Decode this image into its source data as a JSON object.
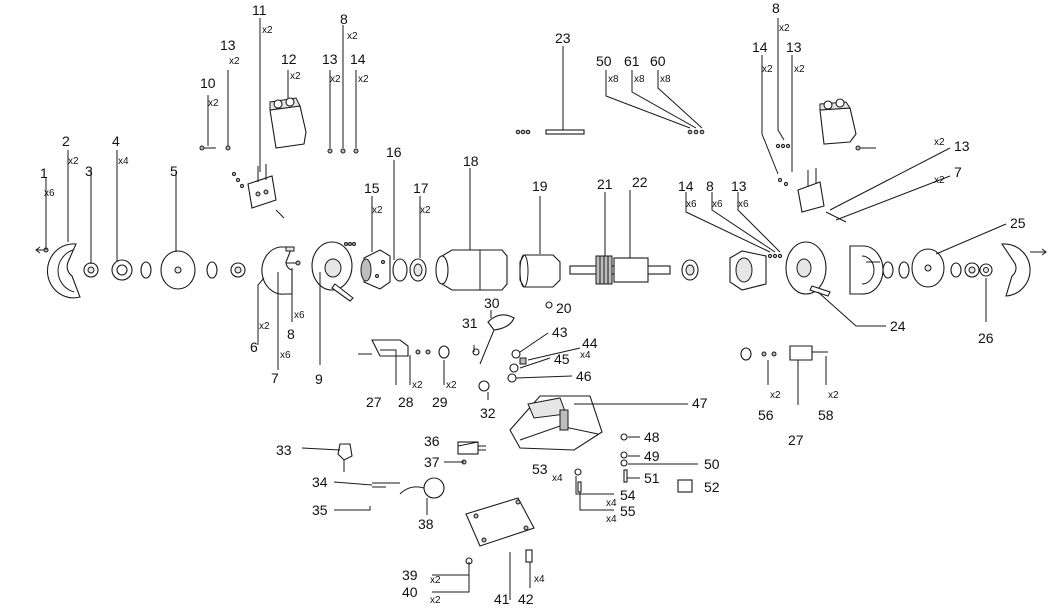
{
  "callouts": [
    {
      "id": "c1",
      "number": "1",
      "qty": "x6"
    },
    {
      "id": "c2",
      "number": "2",
      "qty": "x2"
    },
    {
      "id": "c3",
      "number": "3",
      "qty": ""
    },
    {
      "id": "c4",
      "number": "4",
      "qty": "x4"
    },
    {
      "id": "c5",
      "number": "5",
      "qty": ""
    },
    {
      "id": "c6",
      "number": "6",
      "qty": "x2"
    },
    {
      "id": "c7",
      "number": "7",
      "qty": "x6"
    },
    {
      "id": "c8a",
      "number": "8",
      "qty": "x6"
    },
    {
      "id": "c9",
      "number": "9",
      "qty": ""
    },
    {
      "id": "c10",
      "number": "10",
      "qty": "x2"
    },
    {
      "id": "c11",
      "number": "11",
      "qty": "x2"
    },
    {
      "id": "c12",
      "number": "12",
      "qty": "x2"
    },
    {
      "id": "c13a",
      "number": "13",
      "qty": "x2"
    },
    {
      "id": "c13b",
      "number": "13",
      "qty": "x2"
    },
    {
      "id": "c8b",
      "number": "8",
      "qty": "x2"
    },
    {
      "id": "c14a",
      "number": "14",
      "qty": "x2"
    },
    {
      "id": "c15",
      "number": "15",
      "qty": "x2"
    },
    {
      "id": "c16",
      "number": "16",
      "qty": ""
    },
    {
      "id": "c17",
      "number": "17",
      "qty": "x2"
    },
    {
      "id": "c18",
      "number": "18",
      "qty": ""
    },
    {
      "id": "c19",
      "number": "19",
      "qty": ""
    },
    {
      "id": "c20",
      "number": "20",
      "qty": ""
    },
    {
      "id": "c21",
      "number": "21",
      "qty": ""
    },
    {
      "id": "c22",
      "number": "22",
      "qty": ""
    },
    {
      "id": "c23",
      "number": "23",
      "qty": ""
    },
    {
      "id": "c50a",
      "number": "50",
      "qty": "x8"
    },
    {
      "id": "c61",
      "number": "61",
      "qty": "x8"
    },
    {
      "id": "c60",
      "number": "60",
      "qty": "x8"
    },
    {
      "id": "c8c",
      "number": "8",
      "qty": "x2"
    },
    {
      "id": "c14b",
      "number": "14",
      "qty": "x2"
    },
    {
      "id": "c13c",
      "number": "13",
      "qty": "x2"
    },
    {
      "id": "c13d",
      "number": "13",
      "qty": "x2"
    },
    {
      "id": "c7b",
      "number": "7",
      "qty": "x2"
    },
    {
      "id": "c14c",
      "number": "14",
      "qty": "x6"
    },
    {
      "id": "c8d",
      "number": "8",
      "qty": "x6"
    },
    {
      "id": "c13e",
      "number": "13",
      "qty": "x6"
    },
    {
      "id": "c25",
      "number": "25",
      "qty": ""
    },
    {
      "id": "c24",
      "number": "24",
      "qty": ""
    },
    {
      "id": "c26",
      "number": "26",
      "qty": ""
    },
    {
      "id": "c27a",
      "number": "27",
      "qty": ""
    },
    {
      "id": "c28",
      "number": "28",
      "qty": "x2"
    },
    {
      "id": "c29",
      "number": "29",
      "qty": "x2"
    },
    {
      "id": "c30",
      "number": "30",
      "qty": ""
    },
    {
      "id": "c31",
      "number": "31",
      "qty": ""
    },
    {
      "id": "c32",
      "number": "32",
      "qty": ""
    },
    {
      "id": "c43",
      "number": "43",
      "qty": ""
    },
    {
      "id": "c44",
      "number": "44",
      "qty": "x4"
    },
    {
      "id": "c45",
      "number": "45",
      "qty": ""
    },
    {
      "id": "c46",
      "number": "46",
      "qty": ""
    },
    {
      "id": "c47",
      "number": "47",
      "qty": ""
    },
    {
      "id": "c56",
      "number": "56",
      "qty": "x2"
    },
    {
      "id": "c27b",
      "number": "27",
      "qty": ""
    },
    {
      "id": "c58",
      "number": "58",
      "qty": "x2"
    },
    {
      "id": "c33",
      "number": "33",
      "qty": ""
    },
    {
      "id": "c34",
      "number": "34",
      "qty": ""
    },
    {
      "id": "c35",
      "number": "35",
      "qty": ""
    },
    {
      "id": "c36",
      "number": "36",
      "qty": ""
    },
    {
      "id": "c37",
      "number": "37",
      "qty": ""
    },
    {
      "id": "c38",
      "number": "38",
      "qty": ""
    },
    {
      "id": "c48",
      "number": "48",
      "qty": ""
    },
    {
      "id": "c49",
      "number": "49",
      "qty": ""
    },
    {
      "id": "c50b",
      "number": "50",
      "qty": ""
    },
    {
      "id": "c51",
      "number": "51",
      "qty": ""
    },
    {
      "id": "c52",
      "number": "52",
      "qty": ""
    },
    {
      "id": "c53",
      "number": "53",
      "qty": "x4"
    },
    {
      "id": "c54",
      "number": "54",
      "qty": "x4"
    },
    {
      "id": "c55",
      "number": "55",
      "qty": "x4"
    },
    {
      "id": "c39",
      "number": "39",
      "qty": "x2"
    },
    {
      "id": "c40",
      "number": "40",
      "qty": "x2"
    },
    {
      "id": "c41",
      "number": "41",
      "qty": ""
    },
    {
      "id": "c42",
      "number": "42",
      "qty": "x4"
    }
  ]
}
